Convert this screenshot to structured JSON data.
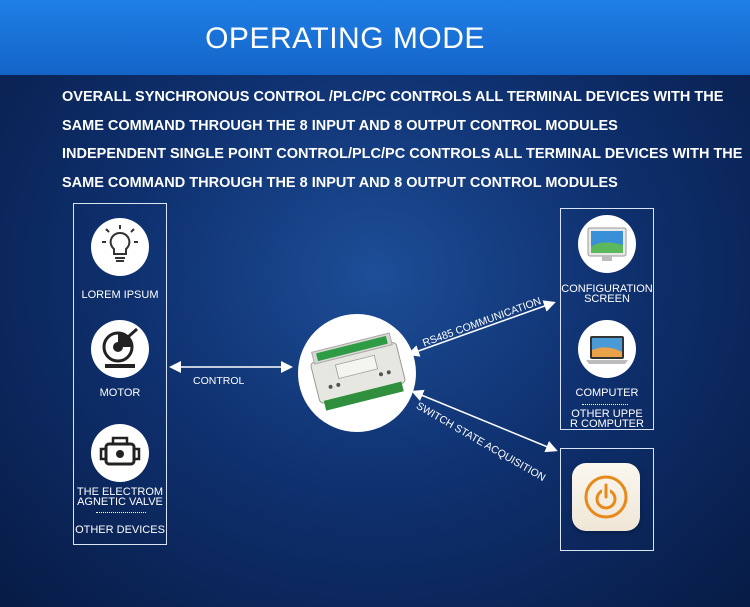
{
  "header": {
    "title": "OPERATING MODE"
  },
  "description": {
    "line1": "OVERALL SYNCHRONOUS CONTROL /PLC/PC CONTROLS ALL TERMINAL DEVICES WITH THE",
    "line2": "SAME COMMAND THROUGH THE 8 INPUT AND 8 OUTPUT CONTROL MODULES",
    "line3": "INDEPENDENT SINGLE POINT CONTROL/PLC/PC CONTROLS ALL TERMINAL DEVICES WITH THE",
    "line4": "SAME COMMAND THROUGH THE 8 INPUT AND 8 OUTPUT CONTROL MODULES"
  },
  "left_panel": {
    "items": [
      {
        "label": "LOREM IPSUM",
        "icon": "lightbulb-icon"
      },
      {
        "label": "MOTOR",
        "icon": "motor-icon"
      },
      {
        "label_line1": "THE ELECTROM",
        "label_line2": "AGNETIC VALVE",
        "icon": "engine-valve-icon"
      }
    ],
    "other": "OTHER DEVICES"
  },
  "right_panel": {
    "items": [
      {
        "label_line1": "CONFIGURATION",
        "label_line2": "SCREEN",
        "icon": "touch-screen-icon"
      },
      {
        "label": "COMPUTER",
        "icon": "laptop-icon"
      }
    ],
    "other_line1": "OTHER UPPE",
    "other_line2": "R COMPUTER"
  },
  "connections": {
    "control": "CONTROL",
    "rs485": "RS485 COMMUNICATION",
    "switch": "SWITCH STATE ACQUISITION"
  },
  "center": {
    "icon": "io-control-module-icon"
  },
  "power_button": {
    "icon": "power-icon"
  },
  "colors": {
    "banner": "#1a72d9",
    "background": "#0f3170",
    "accent": "#e88a1a"
  }
}
